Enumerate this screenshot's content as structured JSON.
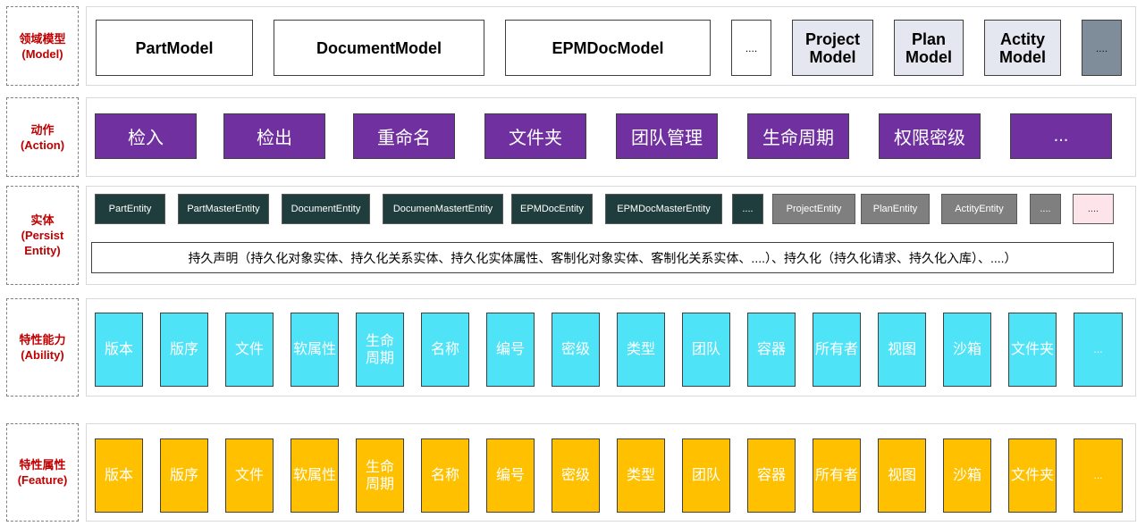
{
  "labels": {
    "model": [
      "领域模型",
      "(Model)"
    ],
    "action": [
      "动作",
      "(Action)"
    ],
    "entity": [
      "实体",
      "(Persist",
      "Entity)"
    ],
    "ability": [
      "特性能力",
      "(Ability)"
    ],
    "feature": [
      "特性属性",
      "(Feature)"
    ]
  },
  "models": [
    "PartModel",
    "DocumentModel",
    "EPMDocModel",
    "....",
    "Project Model",
    "Plan Model",
    "Actity Model",
    "...."
  ],
  "actions": [
    "检入",
    "检出",
    "重命名",
    "文件夹",
    "团队管理",
    "生命周期",
    "权限密级",
    "..."
  ],
  "entities": [
    "PartEntity",
    "PartMasterEntity",
    "DocumentEntity",
    "DocumenMastertEntity",
    "EPMDocEntity",
    "EPMDocMasterEntity",
    "....",
    "ProjectEntity",
    "PlanEntity",
    "ActityEntity",
    "....",
    "...."
  ],
  "persist_declaration": "持久声明（持久化对象实体、持久化关系实体、持久化实体属性、客制化对象实体、客制化关系实体、....）、持久化（持久化请求、持久化入库）、....）",
  "abilities": [
    "版本",
    "版序",
    "文件",
    "软属性",
    "生命周期",
    "名称",
    "编号",
    "密级",
    "类型",
    "团队",
    "容器",
    "所有者",
    "视图",
    "沙箱",
    "文件夹",
    "..."
  ],
  "features": [
    "版本",
    "版序",
    "文件",
    "软属性",
    "生命周期",
    "名称",
    "编号",
    "密级",
    "类型",
    "团队",
    "容器",
    "所有者",
    "视图",
    "沙箱",
    "文件夹",
    "..."
  ],
  "colors": {
    "label_red": "#c00000",
    "action_purple": "#7030a0",
    "entity_dark": "#1f3d3c",
    "entity_gray": "#7f7f7f",
    "entity_pink": "#fde4ea",
    "ability_cyan": "#4fe3f7",
    "feature_amber": "#ffc000",
    "model_gray": "#e5e7f0",
    "model_slate": "#7f8c99"
  }
}
